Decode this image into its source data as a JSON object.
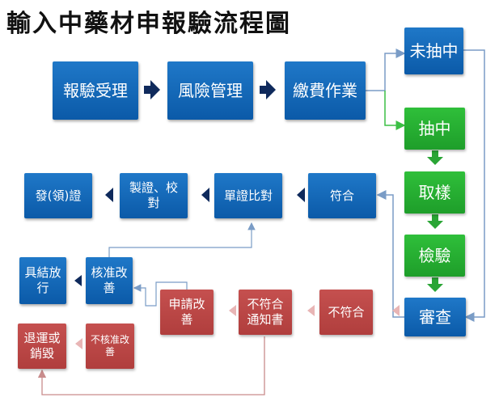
{
  "title": "輸入中藥材申報驗流程圖",
  "nodes": {
    "baoyan_shouli": "報驗受理",
    "fengxian_guanli": "風險管理",
    "jiaofei_zuoye": "繳費作業",
    "wei_chouzhong": "未抽中",
    "chouzhong": "抽中",
    "quyang": "取樣",
    "jianyan": "檢驗",
    "shencha": "審查",
    "fuhe": "符合",
    "danzheng_bidui": "單證比對",
    "zhizheng_jiaodui": "製證、校對",
    "fa_ling_zheng": "發(領)證",
    "bu_fuhe": "不符合",
    "bu_fuhe_tongzhishu": "不符合通知書",
    "shenqing_gaishan": "申請改善",
    "hezhun_gaishan": "核准改善",
    "juejie_fangxing": "具結放行",
    "bu_hezhun_gaishan": "不核准改善",
    "tuiyun_xiaohui": "退運或銷毀"
  }
}
